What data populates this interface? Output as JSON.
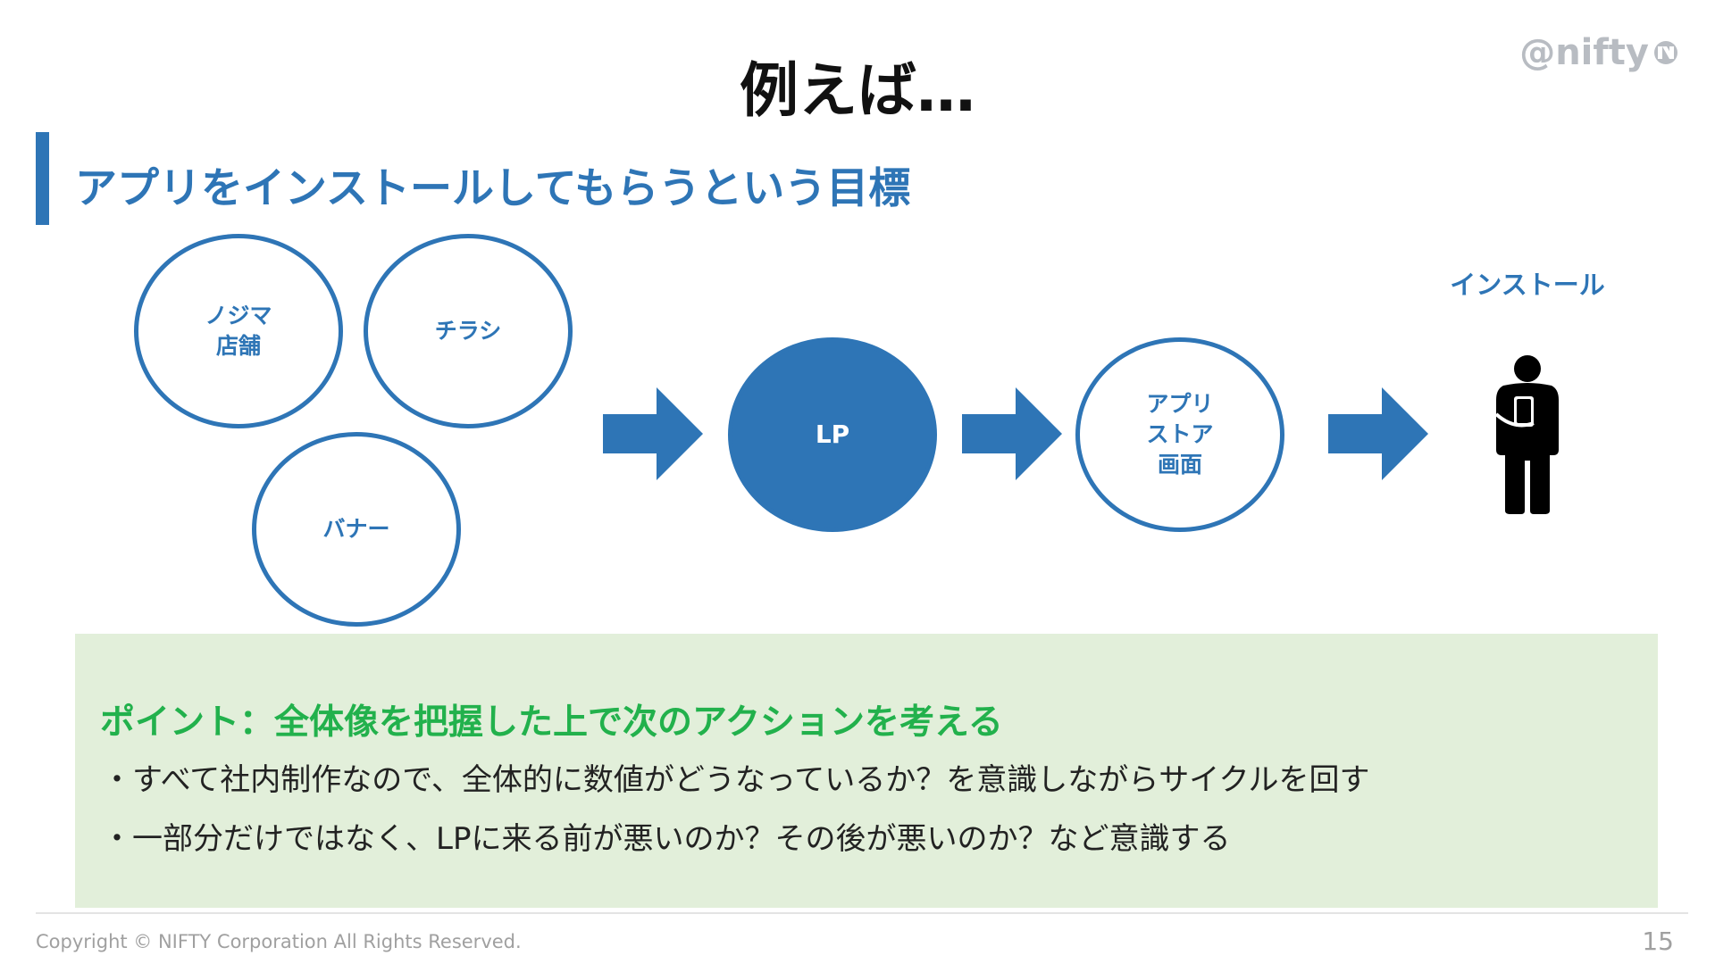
{
  "slide": {
    "title": "例えば…",
    "logo_text": "@nifty",
    "section_title": "アプリをインストールしてもらうという目標"
  },
  "diagram": {
    "sources": [
      {
        "label": "ノジマ\n店舗"
      },
      {
        "label": "チラシ"
      },
      {
        "label": "バナー"
      }
    ],
    "lp_label": "LP",
    "appstore_label": "アプリ\nストア\n画面",
    "install_label": "インストール"
  },
  "point": {
    "title": "ポイント：全体像を把握した上で次のアクションを考える",
    "bullets": [
      "・すべて社内制作なので、全体的に数値がどうなっているか？を意識しながらサイクルを回す",
      "・一部分だけではなく、LPに来る前が悪いのか？その後が悪いのか？など意識する"
    ]
  },
  "footer": {
    "copyright": "Copyright © NIFTY Corporation All Rights Reserved.",
    "page_number": "15"
  },
  "colors": {
    "accent_blue": "#2e75b6",
    "point_green": "#22b14c",
    "point_bg": "#e2efda"
  }
}
